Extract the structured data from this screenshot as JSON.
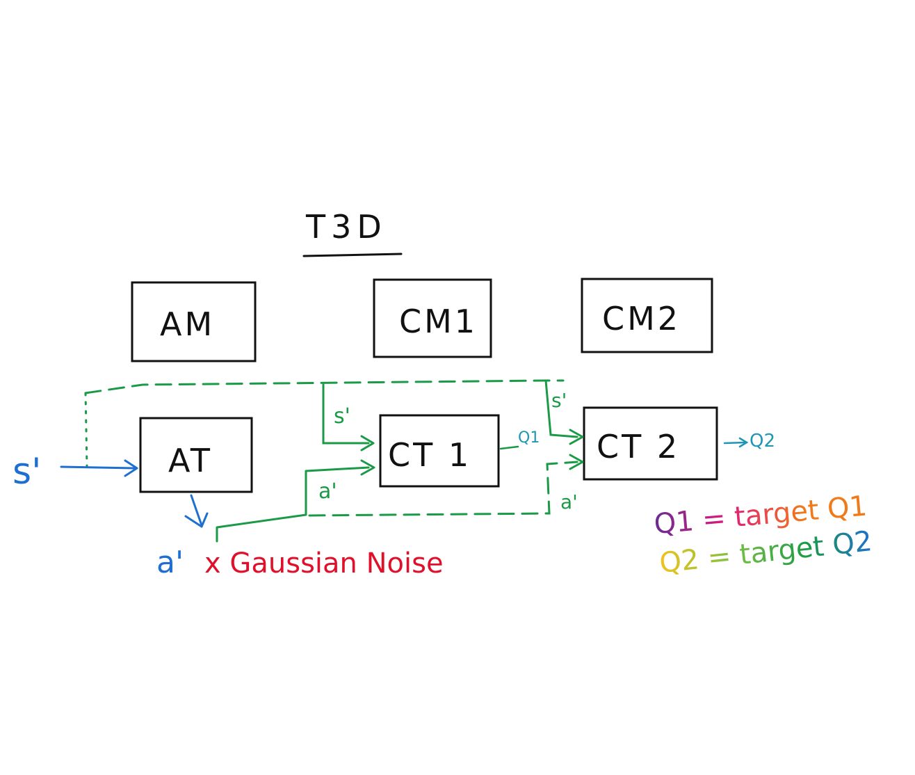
{
  "title": "T3D",
  "boxes": {
    "am": "AM",
    "cm1": "CM1",
    "cm2": "CM2",
    "at": "AT",
    "ct1": "CT 1",
    "ct2": "CT 2"
  },
  "labels": {
    "s_prime_input": "s'",
    "s_prime_ct1": "s'",
    "s_prime_ct2": "s'",
    "a_prime_ct1": "a'",
    "a_prime_ct2": "a'",
    "a_prime_out": "a'",
    "gaussian_noise": "x Gaussian Noise",
    "q1_out": "Q1",
    "q2_out": "Q2",
    "legend_q1": "Q1 = target Q1",
    "legend_q2": "Q2 = target Q2"
  },
  "colors": {
    "ink": "#111111",
    "blue": "#1f6fd1",
    "green": "#1a9a47",
    "teal": "#1f96b4",
    "red": "#e0102a",
    "purple": "#6a2c91",
    "pink": "#e2197a",
    "orange": "#f07a1a",
    "yellow": "#f3c21a"
  }
}
